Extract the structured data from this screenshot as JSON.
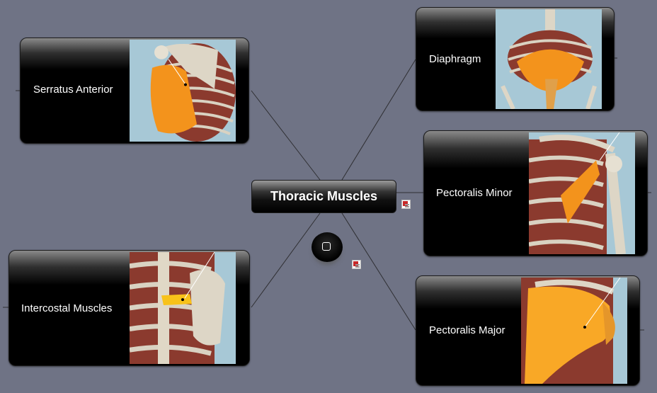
{
  "map": {
    "central": {
      "label": "Thoracic Muscles"
    },
    "topics": [
      {
        "id": "serratus",
        "label": "Serratus Anterior",
        "image_icon": "ribcage-serratus-anterior-illustration",
        "accent": "#f39a1e"
      },
      {
        "id": "diaphragm",
        "label": "Diaphragm",
        "image_icon": "ribcage-diaphragm-illustration",
        "accent": "#f39a1e"
      },
      {
        "id": "pec-minor",
        "label": "Pectoralis Minor",
        "image_icon": "ribcage-pectoralis-minor-illustration",
        "accent": "#f39a1e"
      },
      {
        "id": "intercostal",
        "label": "Intercostal Muscles",
        "image_icon": "spine-intercostal-illustration",
        "accent": "#f8c21a"
      },
      {
        "id": "pec-major",
        "label": "Pectoralis Major",
        "image_icon": "chest-pectoralis-major-illustration",
        "accent": "#f39a1e"
      }
    ],
    "attachments": [
      "memo-icon",
      "memo-icon"
    ],
    "floating_button_icon": "square-icon"
  },
  "colors": {
    "background": "#6f7385",
    "node_fill": "#000000",
    "connector": "#2f2f33"
  }
}
